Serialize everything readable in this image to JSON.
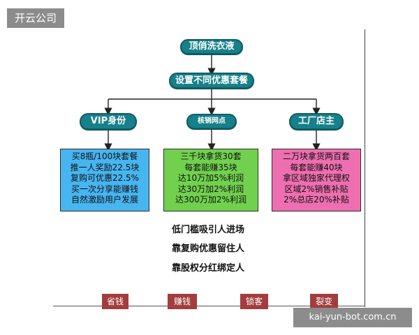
{
  "watermark": {
    "top_left": "开云公司",
    "bottom_right": "kai-yun-bot.com.cn"
  },
  "root": "顶俏洗衣液",
  "level2": "设置不同优惠套餐",
  "branches": [
    {
      "title": "VIP身份",
      "lines": [
        "买8瓶/100块套餐",
        "推一人奖励22.5块",
        "复购可优惠22.5%",
        "买一次分享能赚钱",
        "自然激励用户发展"
      ],
      "color": "#47b5f0"
    },
    {
      "title": "核销网点",
      "lines": [
        "三千块拿货30套",
        "每套能赚35块",
        "达10万加5%利润",
        "达30万加2%利润",
        "达300万加2%利润"
      ],
      "color": "#71d14e"
    },
    {
      "title": "工厂店主",
      "lines": [
        "二万块拿货两百套",
        "每套能赚40块",
        "拿区域独家代理权",
        "区域2%销售补贴",
        "2%总店20%补贴"
      ],
      "color": "#ee6fb1"
    }
  ],
  "slogans": [
    "低门槛吸引人进场",
    "靠复购优惠留住人",
    "靠股权分红绑定人"
  ],
  "tags": [
    "省钱",
    "赚钱",
    "锁客",
    "裂变"
  ]
}
